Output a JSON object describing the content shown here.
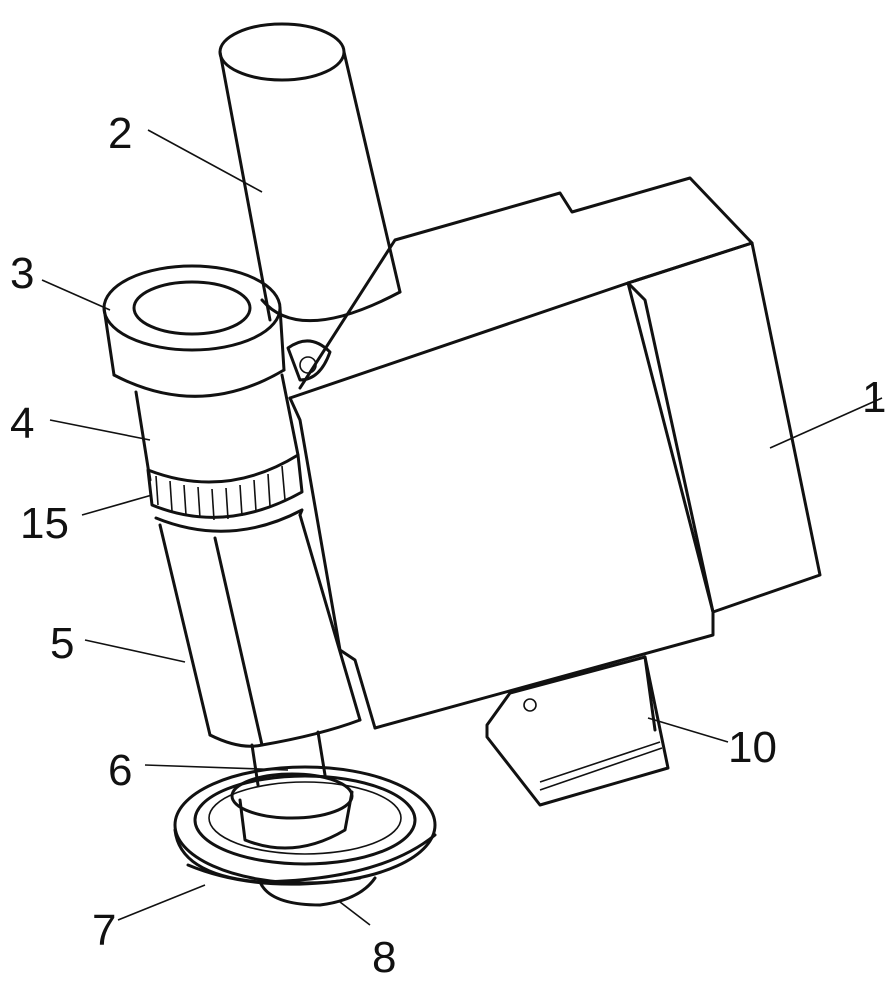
{
  "figure": {
    "labels": [
      {
        "id": "1",
        "text": "1"
      },
      {
        "id": "2",
        "text": "2"
      },
      {
        "id": "3",
        "text": "3"
      },
      {
        "id": "4",
        "text": "4"
      },
      {
        "id": "15",
        "text": "15"
      },
      {
        "id": "5",
        "text": "5"
      },
      {
        "id": "6",
        "text": "6"
      },
      {
        "id": "10",
        "text": "10"
      },
      {
        "id": "7",
        "text": "7"
      },
      {
        "id": "8",
        "text": "8"
      }
    ]
  },
  "colors": {
    "stroke": "#111111",
    "background": "#ffffff"
  }
}
